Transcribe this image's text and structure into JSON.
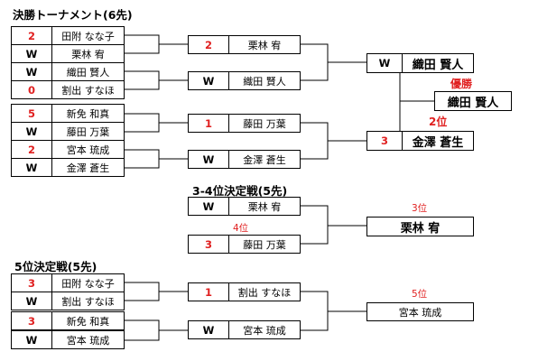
{
  "titles": {
    "main": "決勝トーナメント(6先)",
    "third": "3-4位決定戦(5先)",
    "fifth": "5位決定戦(5先)"
  },
  "main_r1": [
    {
      "score": "2",
      "name": "田附 なな子"
    },
    {
      "score": "W",
      "name": "栗林 宥"
    },
    {
      "score": "W",
      "name": "織田 賢人"
    },
    {
      "score": "0",
      "name": "割出 すなほ"
    },
    {
      "score": "5",
      "name": "新免 和真"
    },
    {
      "score": "W",
      "name": "藤田 万葉"
    },
    {
      "score": "2",
      "name": "宮本 琉成"
    },
    {
      "score": "W",
      "name": "金澤 蒼生"
    }
  ],
  "main_r2": [
    {
      "score": "2",
      "name": "栗林 宥"
    },
    {
      "score": "W",
      "name": "織田 賢人"
    },
    {
      "score": "1",
      "name": "藤田 万葉"
    },
    {
      "score": "W",
      "name": "金澤 蒼生"
    }
  ],
  "main_final": [
    {
      "score": "W",
      "name": "織田 賢人"
    },
    {
      "score": "3",
      "name": "金澤 蒼生"
    }
  ],
  "champion": {
    "label": "優勝",
    "name": "織田 賢人"
  },
  "runner_up": {
    "label": "2位"
  },
  "third_place": {
    "players": [
      {
        "score": "W",
        "name": "栗林 宥"
      },
      {
        "score": "3",
        "name": "藤田 万葉"
      }
    ],
    "fourth_label": "4位",
    "winner_label": "3位",
    "winner": "栗林 宥"
  },
  "fifth_place": {
    "r1": [
      {
        "score": "3",
        "name": "田附 なな子"
      },
      {
        "score": "W",
        "name": "割出 すなほ"
      },
      {
        "score": "3",
        "name": "新免 和真"
      },
      {
        "score": "W",
        "name": "宮本 琉成"
      }
    ],
    "r2": [
      {
        "score": "1",
        "name": "割出 すなほ"
      },
      {
        "score": "W",
        "name": "宮本 琉成"
      }
    ],
    "winner_label": "5位",
    "winner": "宮本 琉成"
  },
  "colors": {
    "loss_score": "#e02020",
    "line": "#000000"
  }
}
